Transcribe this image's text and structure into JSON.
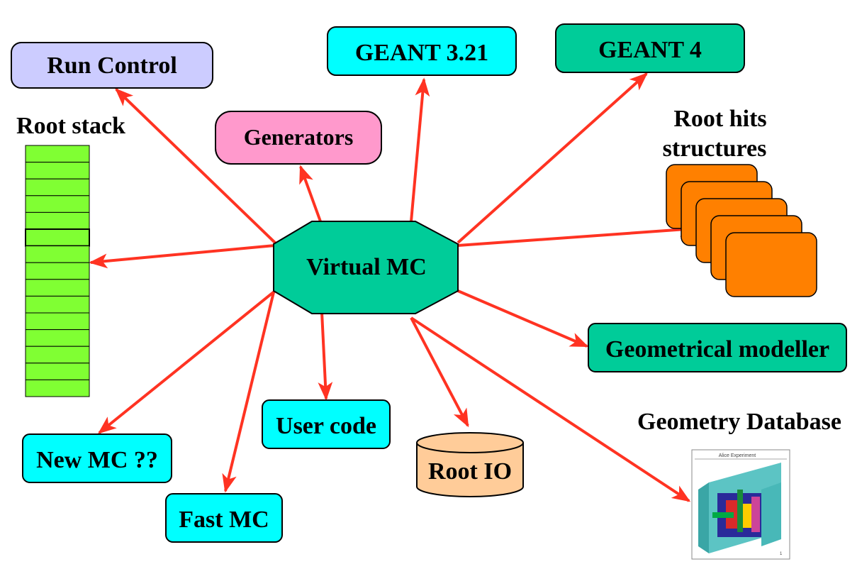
{
  "nodes": {
    "center": "Virtual MC",
    "run_control": "Run Control",
    "generators": "Generators",
    "geant3": "GEANT 3.21",
    "geant4": "GEANT 4",
    "root_stack": "Root stack",
    "root_hits_line1": "Root hits",
    "root_hits_line2": "structures",
    "geom_modeller": "Geometrical modeller",
    "geom_database": "Geometry Database",
    "user_code": "User code",
    "root_io": "Root IO",
    "new_mc": "New MC ??",
    "fast_mc": "Fast MC"
  },
  "thumbnail": {
    "title": "Alice Experiment"
  },
  "colors": {
    "center": "#00cc99",
    "run_control": "#ccccff",
    "generators": "#ff99cc",
    "cyan_box": "#00ffff",
    "geant4": "#00cc99",
    "geom_modeller": "#00cc99",
    "root_hits": "#ff8000",
    "root_stack": "#80ff33",
    "root_io": "#ffcc99",
    "arrow": "#ff3322"
  }
}
